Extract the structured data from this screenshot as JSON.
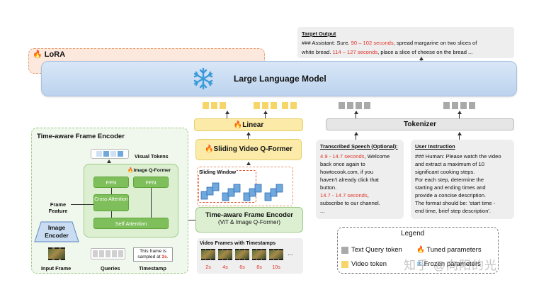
{
  "lora_label": "LoRA",
  "llm_title": "Large Language Model",
  "target": {
    "title": "Target Output",
    "line1_prefix": "### Assistant: Sure.",
    "time1": "90 – 102 seconds",
    "line1_suffix": ", spread margarine on two slices of",
    "line2_prefix": "white bread.",
    "time2": "114 – 127 seconds",
    "line2_suffix": ",  place a slice of cheese on the bread ..."
  },
  "linear_label": "Linear",
  "tokenizer_label": "Tokenizer",
  "svqf_label": "Sliding Video Q-Former",
  "sliding_window_label": "Sliding Window",
  "tafe": {
    "title": "Time-aware Frame Encoder",
    "subtitle": "(ViT & Image Q-Former)"
  },
  "video_frames": {
    "title": "Video Frames with Timestamps",
    "stamps": [
      "2s",
      "4s",
      "6s",
      "8s",
      "10s"
    ],
    "ellipsis": "..."
  },
  "speech": {
    "title": "Transcribed Speech (Optional):",
    "seg1_time": "4.9 - 14.7 seconds",
    "seg1_text_a": ", Welcome",
    "seg1_text_b": "back once again to",
    "seg1_text_c": "howtocook.com, if you",
    "seg1_text_d": "haven't already click that",
    "seg1_text_e": "button.",
    "seg2_time": "14.7 - 14.7 seconds",
    "seg2_text_a": ",",
    "seg2_text_b": "subscribe to our channel.",
    "ellipsis": "..."
  },
  "instruction": {
    "title": "User Instruction",
    "lines": [
      "### Human: Please watch the video",
      "and extract a maximum of 10",
      "significant cooking steps.",
      "For each step, determine the",
      "starting and ending times and",
      "provide a concise description.",
      "The format should be: 'start time -",
      "end time, brief step description'."
    ]
  },
  "frame_encoder": {
    "title": "Time-aware Frame Encoder",
    "visual_tokens": "Visual Tokens",
    "image_qformer": "Image Q-Former",
    "ffn": "FFN",
    "cross_attention": "Cross Attention",
    "self_attention": "Self Attention",
    "frame_feature": "Frame Feature",
    "image_encoder": "Image Encoder",
    "input_frame": "Input Frame",
    "queries": "Queries",
    "timestamp": "Timestamp",
    "timestamp_text_a": "This frame is",
    "timestamp_text_b": "sampled at",
    "timestamp_value": "2s",
    "period": "."
  },
  "legend": {
    "title": "Legend",
    "text_query": "Text Query token",
    "video_token": "Video token",
    "tuned": "Tuned parameters",
    "frozen": "Frozen parameters"
  },
  "watermark": "知乎 @向阳的光",
  "colors": {
    "video_token": "#f6d668",
    "text_token": "#a9a9a9",
    "tuned": "#f07a1a",
    "frozen": "#4aa3df",
    "time_red": "#e0362c"
  }
}
